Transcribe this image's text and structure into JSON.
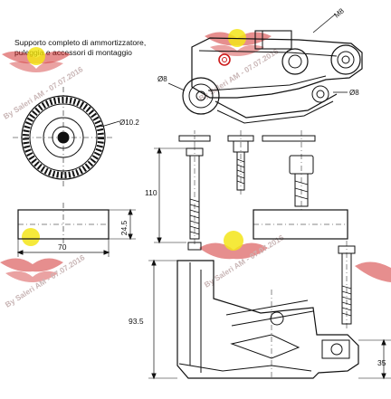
{
  "caption": {
    "line1": "Supporto completo di ammortizzatore,",
    "line2": "puleggia e accessori di montaggio"
  },
  "dimensions": {
    "pulley_diameter": "Ø10.2",
    "pulley_height": "24.5",
    "pulley_width": "70",
    "bolt_length": "110",
    "bracket_height": "93.5",
    "base_height": "35",
    "hole_m8": "M8",
    "hole_d8_left": "Ø8",
    "hole_d8_right": "Ø8"
  },
  "watermark": {
    "text": "By Saleri AM - 07.07.2016"
  },
  "colors": {
    "line": "#111111",
    "watermark_red": "#cc1a1a",
    "watermark_yellow": "#f2e200",
    "watermark_text": "#c9b6b6"
  }
}
